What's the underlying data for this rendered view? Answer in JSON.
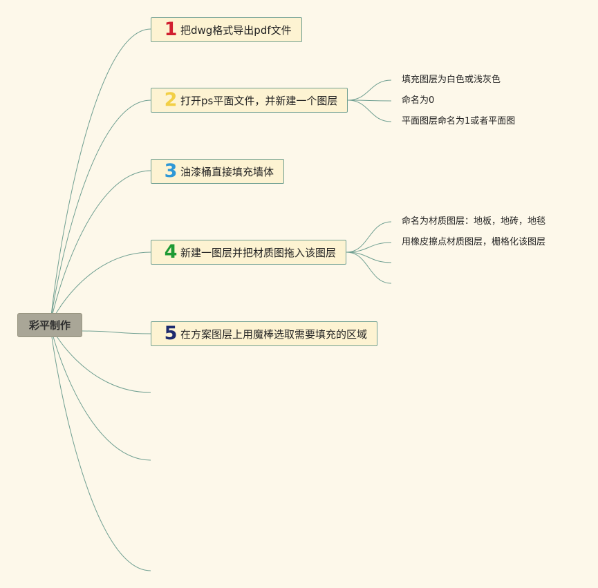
{
  "root": {
    "label": "彩平制作",
    "color": "#a9a697"
  },
  "line_color": "#6f9f91",
  "topics": [
    {
      "number": "1",
      "number_color": "#d11f2f",
      "label": "把dwg格式导出pdf文件",
      "subtopics": []
    },
    {
      "number": "2",
      "number_color": "#f2cf45",
      "label": "打开ps平面文件，并新建一个图层",
      "subtopics": [
        "填充图层为白色或浅灰色",
        "命名为0",
        "平面图层命名为1或者平面图"
      ]
    },
    {
      "number": "3",
      "number_color": "#2f98d6",
      "label": "油漆桶直接填充墙体",
      "subtopics": []
    },
    {
      "number": "4",
      "number_color": "#1e9a34",
      "label": "新建一图层并把材质图拖入该图层",
      "subtopics": [
        "命名为材质图层：地板，地砖，地毯",
        "用橡皮擦点材质图层，栅格化该图层"
      ],
      "empty_subtopic_count": 2
    },
    {
      "number": "5",
      "number_color": "#1d2a6e",
      "label": "在方案图层上用魔棒选取需要填充的区域",
      "subtopics": []
    }
  ],
  "empty_branch_count": 3
}
